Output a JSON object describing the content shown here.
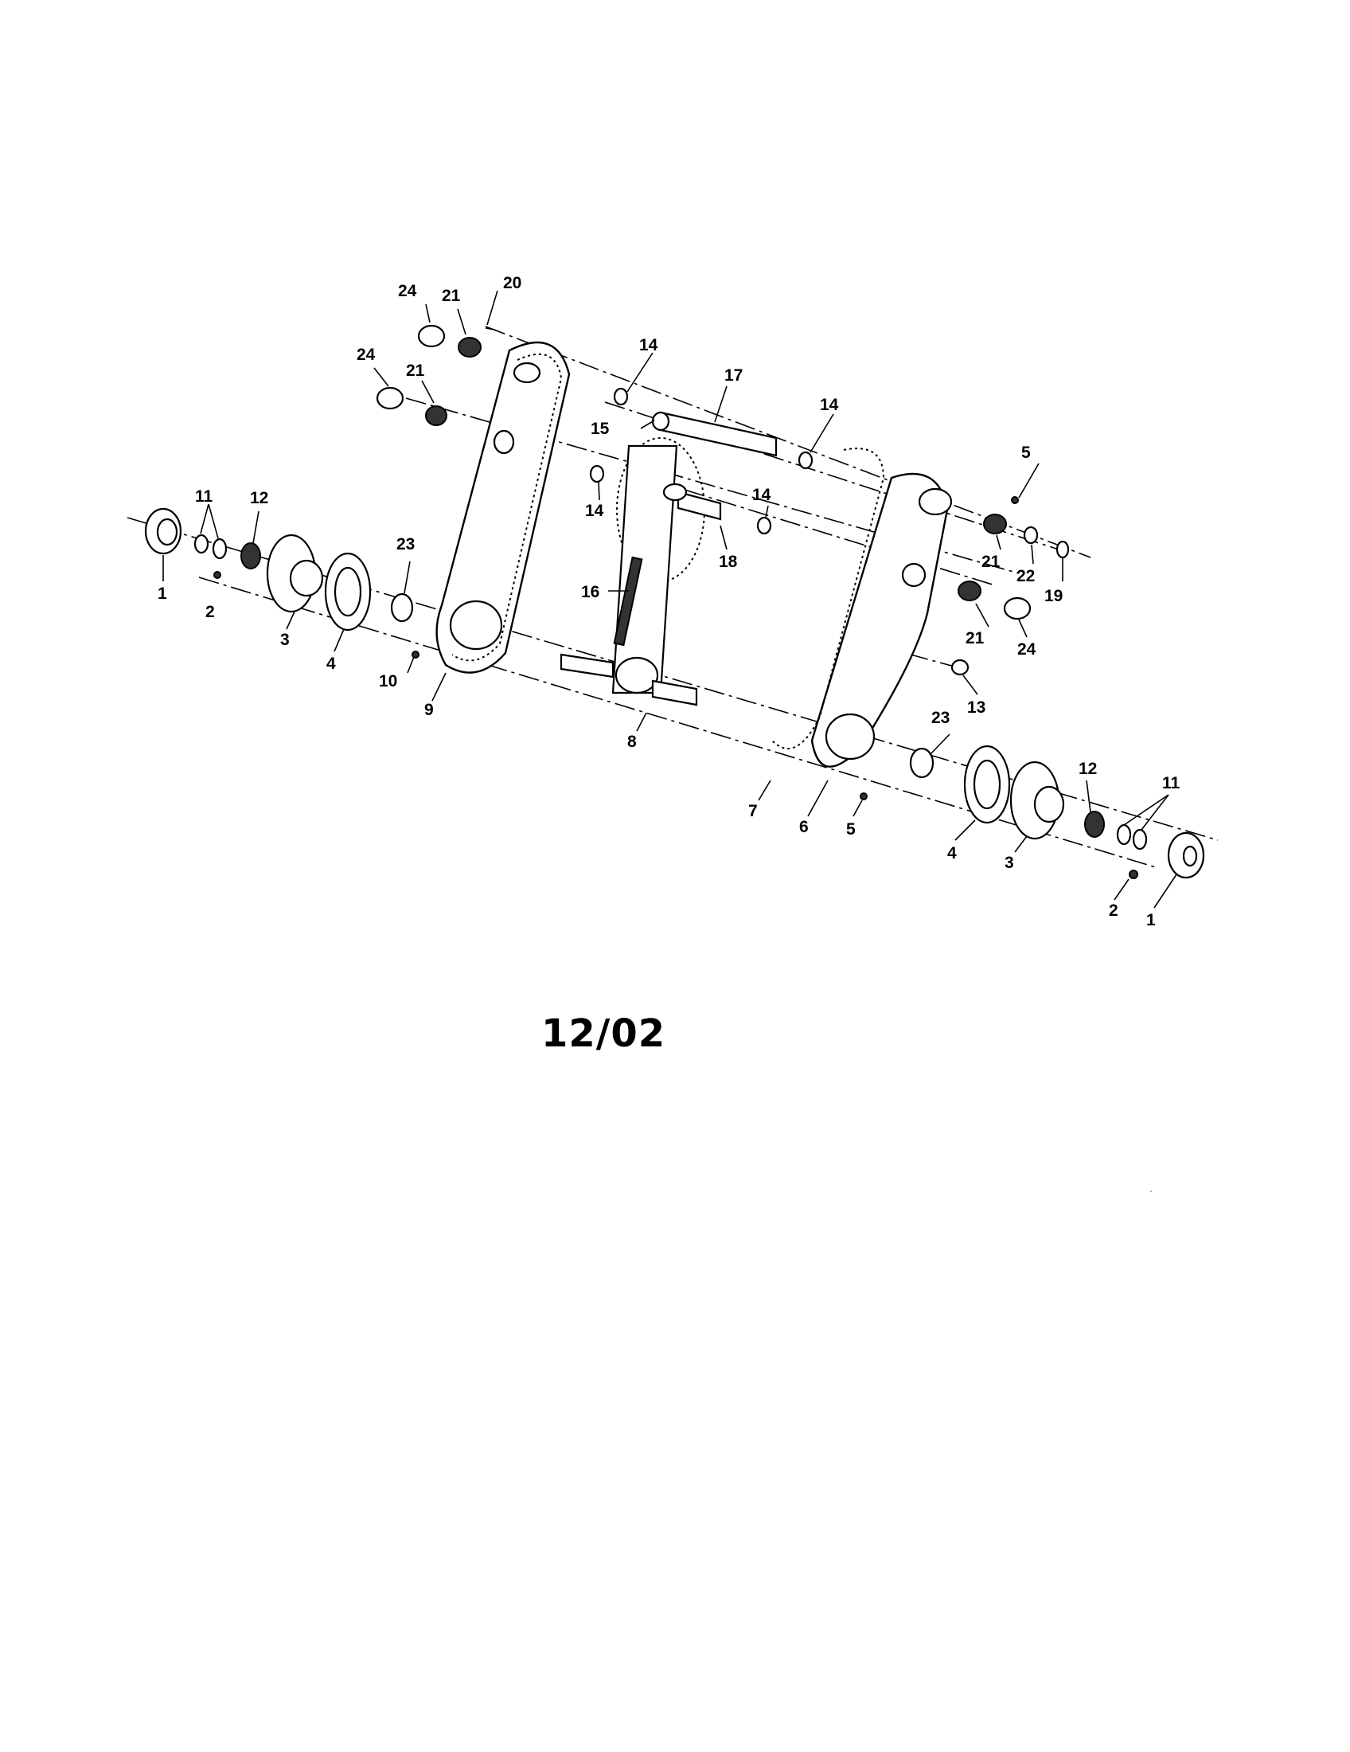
{
  "callouts": [
    "1",
    "2",
    "3",
    "4",
    "5",
    "6",
    "7",
    "8",
    "9",
    "10",
    "11",
    "12",
    "13",
    "14",
    "15",
    "16",
    "17",
    "18",
    "19",
    "20",
    "21",
    "22",
    "23",
    "24"
  ],
  "footer": {
    "date_code": "12/02"
  }
}
